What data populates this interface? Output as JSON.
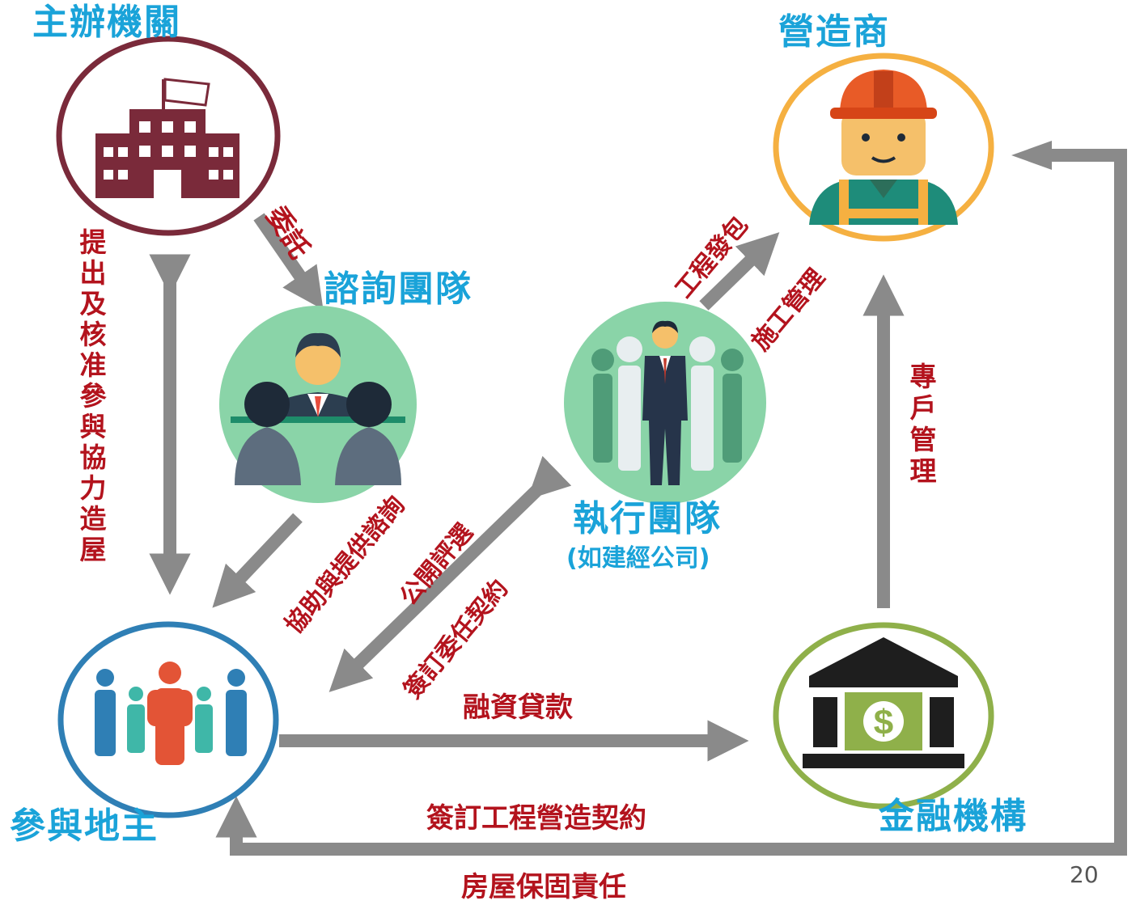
{
  "nodes": {
    "organizer": {
      "label": "主辦機關",
      "icon": "government-building-icon"
    },
    "consultant": {
      "label": "諮詢團隊",
      "icon": "meeting-consultants-icon"
    },
    "executor": {
      "label": "執行團隊",
      "sub": "(如建經公司)",
      "icon": "business-team-icon"
    },
    "contractor": {
      "label": "營造商",
      "icon": "construction-worker-icon"
    },
    "landowners": {
      "label": "參與地主",
      "icon": "people-group-icon"
    },
    "bank": {
      "label": "金融機構",
      "icon": "bank-dollar-icon"
    }
  },
  "relations": {
    "entrust": "委託",
    "propose_approve": "提出及核准參與協力造屋",
    "assist_consult": "協助與提供諮詢",
    "public_selection": "公開評選",
    "sign_commission": "簽訂委任契約",
    "contract_out": "工程發包",
    "construction_mgmt": "施工管理",
    "escrow": "專戶管理",
    "loan": "融資貸款",
    "sign_construction": "簽訂工程營造契約",
    "warranty": "房屋保固責任"
  },
  "page_number": "20",
  "colors": {
    "title_blue": "#1aa3d9",
    "relation_red": "#b3131d",
    "arrow_gray": "#8a8a8a",
    "organizer_ring": "#7a2a3a",
    "consultant_bg": "#8ad4a8",
    "contractor_ring": "#f5b041",
    "landowner_ring": "#2f7fb5",
    "bank_ring": "#8fb04a"
  }
}
